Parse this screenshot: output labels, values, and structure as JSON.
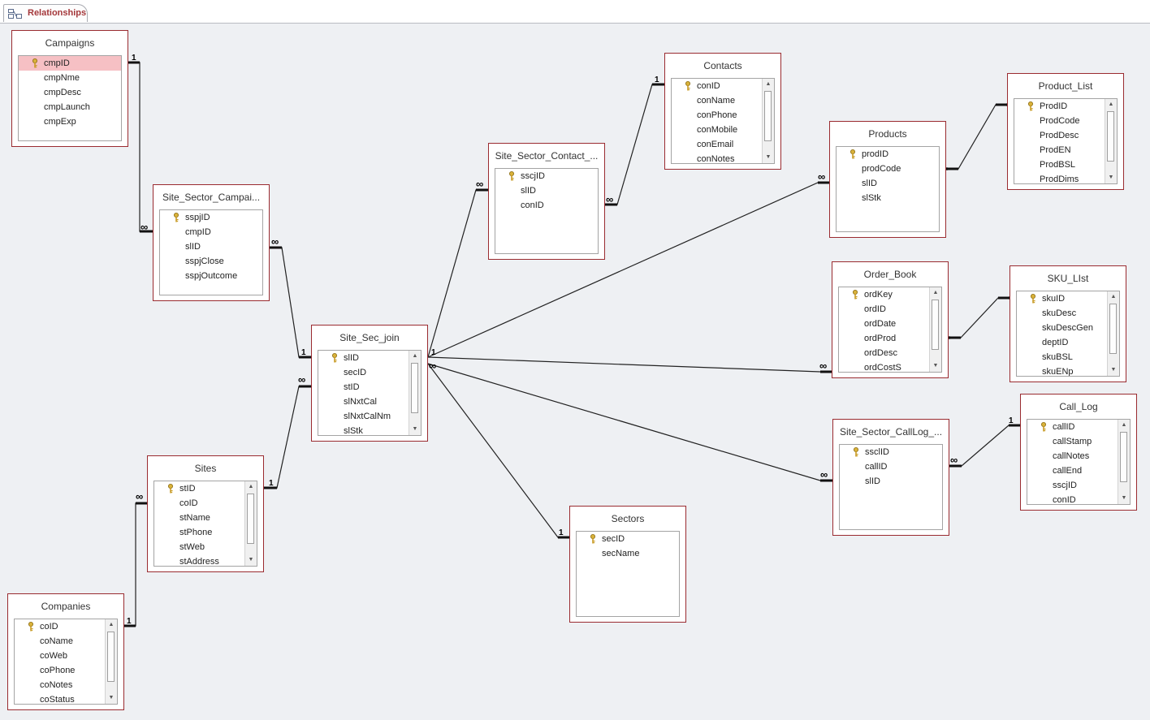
{
  "tab": {
    "label": "Relationships",
    "icon": "relationships-icon"
  },
  "colors": {
    "table_border": "#9a2b30",
    "tab_text": "#a4373a",
    "selected_row": "#f6c0c4",
    "line": "#222222"
  },
  "tables": {
    "campaigns": {
      "title": "Campaigns",
      "fields": [
        "cmpID",
        "cmpNme",
        "cmpDesc",
        "cmpLaunch",
        "cmpExp"
      ],
      "key_fields": [
        "cmpID"
      ],
      "selected_field": "cmpID"
    },
    "site_sector_campaign": {
      "title": "Site_Sector_Campai...",
      "fields": [
        "sspjID",
        "cmpID",
        "slID",
        "sspjClose",
        "sspjOutcome"
      ],
      "key_fields": [
        "sspjID"
      ]
    },
    "site_sec_join": {
      "title": "Site_Sec_join",
      "fields": [
        "slID",
        "secID",
        "stID",
        "slNxtCal",
        "slNxtCalNm",
        "slStk"
      ],
      "key_fields": [
        "slID"
      ]
    },
    "sites": {
      "title": "Sites",
      "fields": [
        "stID",
        "coID",
        "stName",
        "stPhone",
        "stWeb",
        "stAddress"
      ],
      "key_fields": [
        "stID"
      ]
    },
    "companies": {
      "title": "Companies",
      "fields": [
        "coID",
        "coName",
        "coWeb",
        "coPhone",
        "coNotes",
        "coStatus"
      ],
      "key_fields": [
        "coID"
      ]
    },
    "site_sector_contact": {
      "title": "Site_Sector_Contact_...",
      "fields": [
        "sscjID",
        "slID",
        "conID"
      ],
      "key_fields": [
        "sscjID"
      ]
    },
    "contacts": {
      "title": "Contacts",
      "fields": [
        "conID",
        "conName",
        "conPhone",
        "conMobile",
        "conEmail",
        "conNotes"
      ],
      "key_fields": [
        "conID"
      ]
    },
    "products": {
      "title": "Products",
      "fields": [
        "prodID",
        "prodCode",
        "slID",
        "slStk"
      ],
      "key_fields": [
        "prodID"
      ]
    },
    "product_list": {
      "title": "Product_List",
      "fields": [
        "ProdID",
        "ProdCode",
        "ProdDesc",
        "ProdEN",
        "ProdBSL",
        "ProdDims"
      ],
      "key_fields": [
        "ProdID"
      ]
    },
    "order_book": {
      "title": "Order_Book",
      "fields": [
        "ordKey",
        "ordID",
        "ordDate",
        "ordProd",
        "ordDesc",
        "ordCostS"
      ],
      "key_fields": [
        "ordKey"
      ]
    },
    "sku_list": {
      "title": "SKU_LIst",
      "fields": [
        "skuID",
        "skuDesc",
        "skuDescGen",
        "deptID",
        "skuBSL",
        "skuENp"
      ],
      "key_fields": [
        "skuID"
      ]
    },
    "site_sector_calllog": {
      "title": "Site_Sector_CallLog_...",
      "fields": [
        "ssclID",
        "callID",
        "slID"
      ],
      "key_fields": [
        "ssclID"
      ]
    },
    "call_log": {
      "title": "Call_Log",
      "fields": [
        "callID",
        "callStamp",
        "callNotes",
        "callEnd",
        "sscjID",
        "conID"
      ],
      "key_fields": [
        "callID"
      ]
    },
    "sectors": {
      "title": "Sectors",
      "fields": [
        "secID",
        "secName"
      ],
      "key_fields": [
        "secID"
      ]
    }
  },
  "cardinality": {
    "one": "1",
    "many": "∞"
  }
}
